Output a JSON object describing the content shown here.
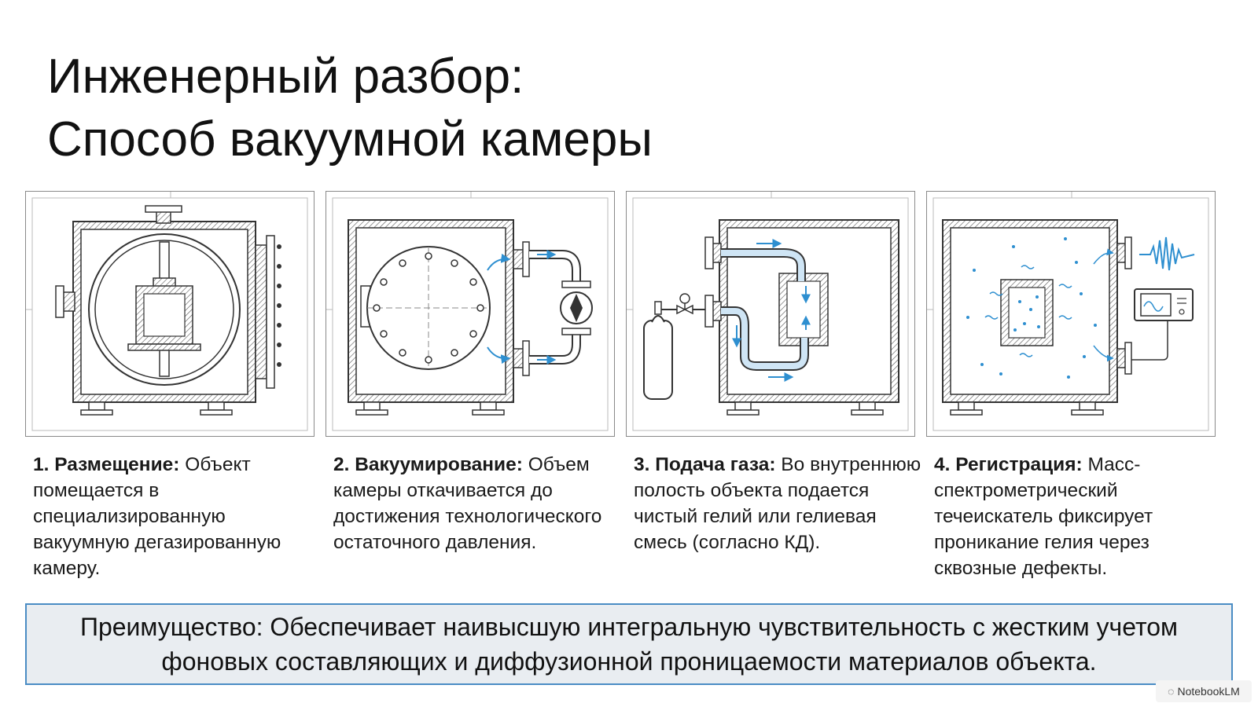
{
  "header": {
    "title_line1": "Инженерный разбор:",
    "title_line2": "Способ вакуумной камеры"
  },
  "steps": [
    {
      "label": "1. Размещение:",
      "text": "Объект помещается в специализированную вакуумную дегазированную камеру."
    },
    {
      "label": "2. Вакуумирование:",
      "text": "Объем камеры откачивается до достижения технологического остаточного давления."
    },
    {
      "label": "3. Подача газа:",
      "text": "Во внутреннюю полость объекта подается чистый гелий или гелиевая смесь (согласно КД)."
    },
    {
      "label": "4. Регистрация:",
      "text": "Масс-спектрометрический течеискатель фиксирует проникание гелия через сквозные дефекты."
    }
  ],
  "advantage": "Преимущество: Обеспечивает наивысшую интегральную чувствительность с жестким учетом фоновых составляющих и диффузионной проницаемости материалов объекта.",
  "brand": "NotebookLM",
  "colors": {
    "line": "#333333",
    "accent": "#2e8fd0",
    "frame": "#8a8a8a",
    "advantage_bg": "#e9edf1",
    "advantage_border": "#4a8cc4"
  },
  "icons": [
    "vacuum-chamber-icon",
    "vacuum-pump-icon",
    "helium-cylinder-icon",
    "leak-detector-icon",
    "notebooklm-logo-icon"
  ]
}
